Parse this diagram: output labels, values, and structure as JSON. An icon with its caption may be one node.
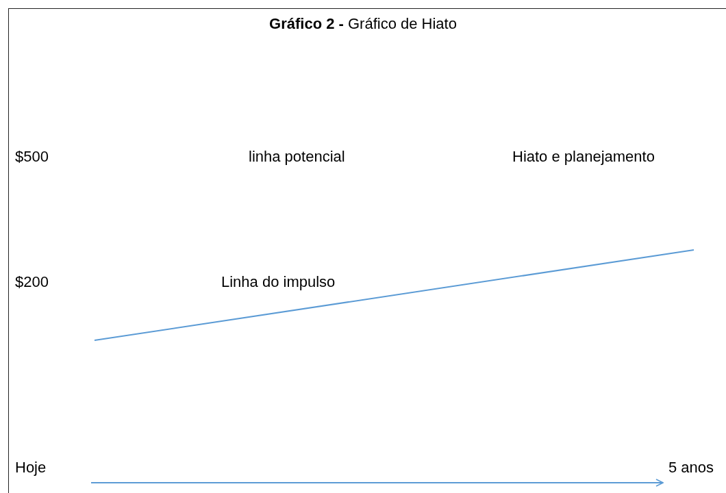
{
  "diagram": {
    "title": "**Gráfico 2 -** Gráfico de Hiato",
    "nodes": [
      {
        "text": [
          "Hoje"
        ]
      },
      {
        "text": [
          "5 anos"
        ]
      }
    ],
    "edges": [
      {
        "from": 0,
        "to": 1,
        "arrow": "to",
        "color": "#5b9bd5"
      }
    ],
    "labels": [
      "$500",
      "linha potencial",
      "Hiato e planejamento",
      "$200",
      "Linha do impulso"
    ]
  }
}
